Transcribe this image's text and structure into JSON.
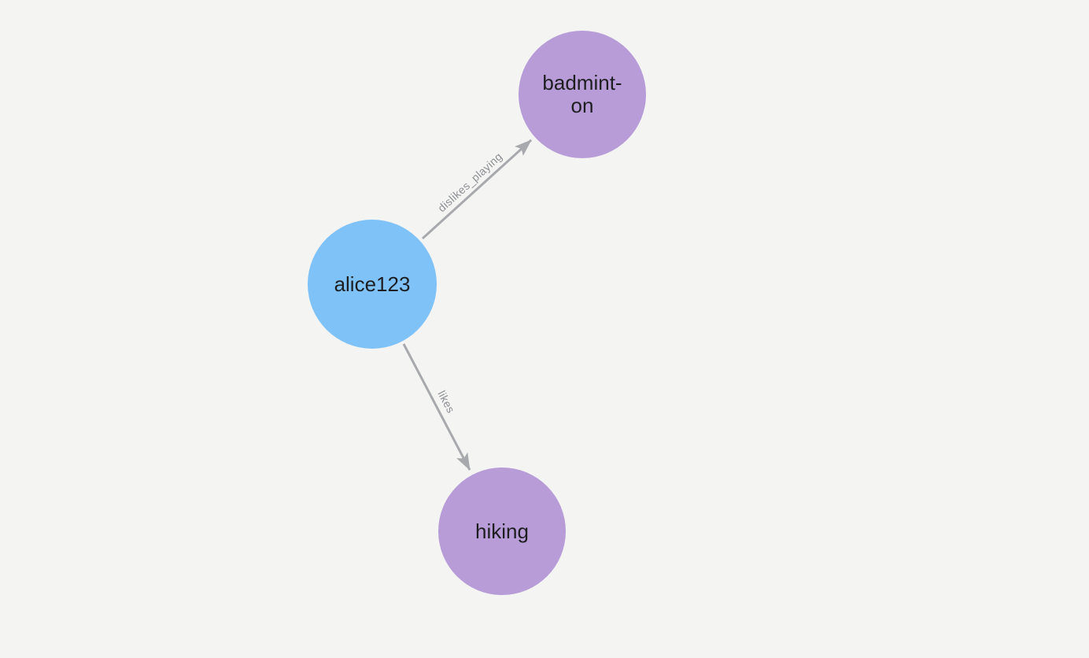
{
  "canvas": {
    "background": "#f4f4f3"
  },
  "graph": {
    "edge_color": "#a7a9ad",
    "edge_label_color": "#8d8f94",
    "node_text_color": "#1e1e20",
    "nodes": [
      {
        "id": "alice123",
        "label": "alice123",
        "fill": "#7ec2f8",
        "kind": "user"
      },
      {
        "id": "badminton",
        "label": "badmint-\non",
        "fill": "#b79cd7",
        "kind": "interest"
      },
      {
        "id": "hiking",
        "label": "hiking",
        "fill": "#b79cd7",
        "kind": "interest"
      }
    ],
    "edges": [
      {
        "from": "alice123",
        "to": "badminton",
        "label": "dislikes_playing"
      },
      {
        "from": "alice123",
        "to": "hiking",
        "label": "likes"
      }
    ]
  }
}
